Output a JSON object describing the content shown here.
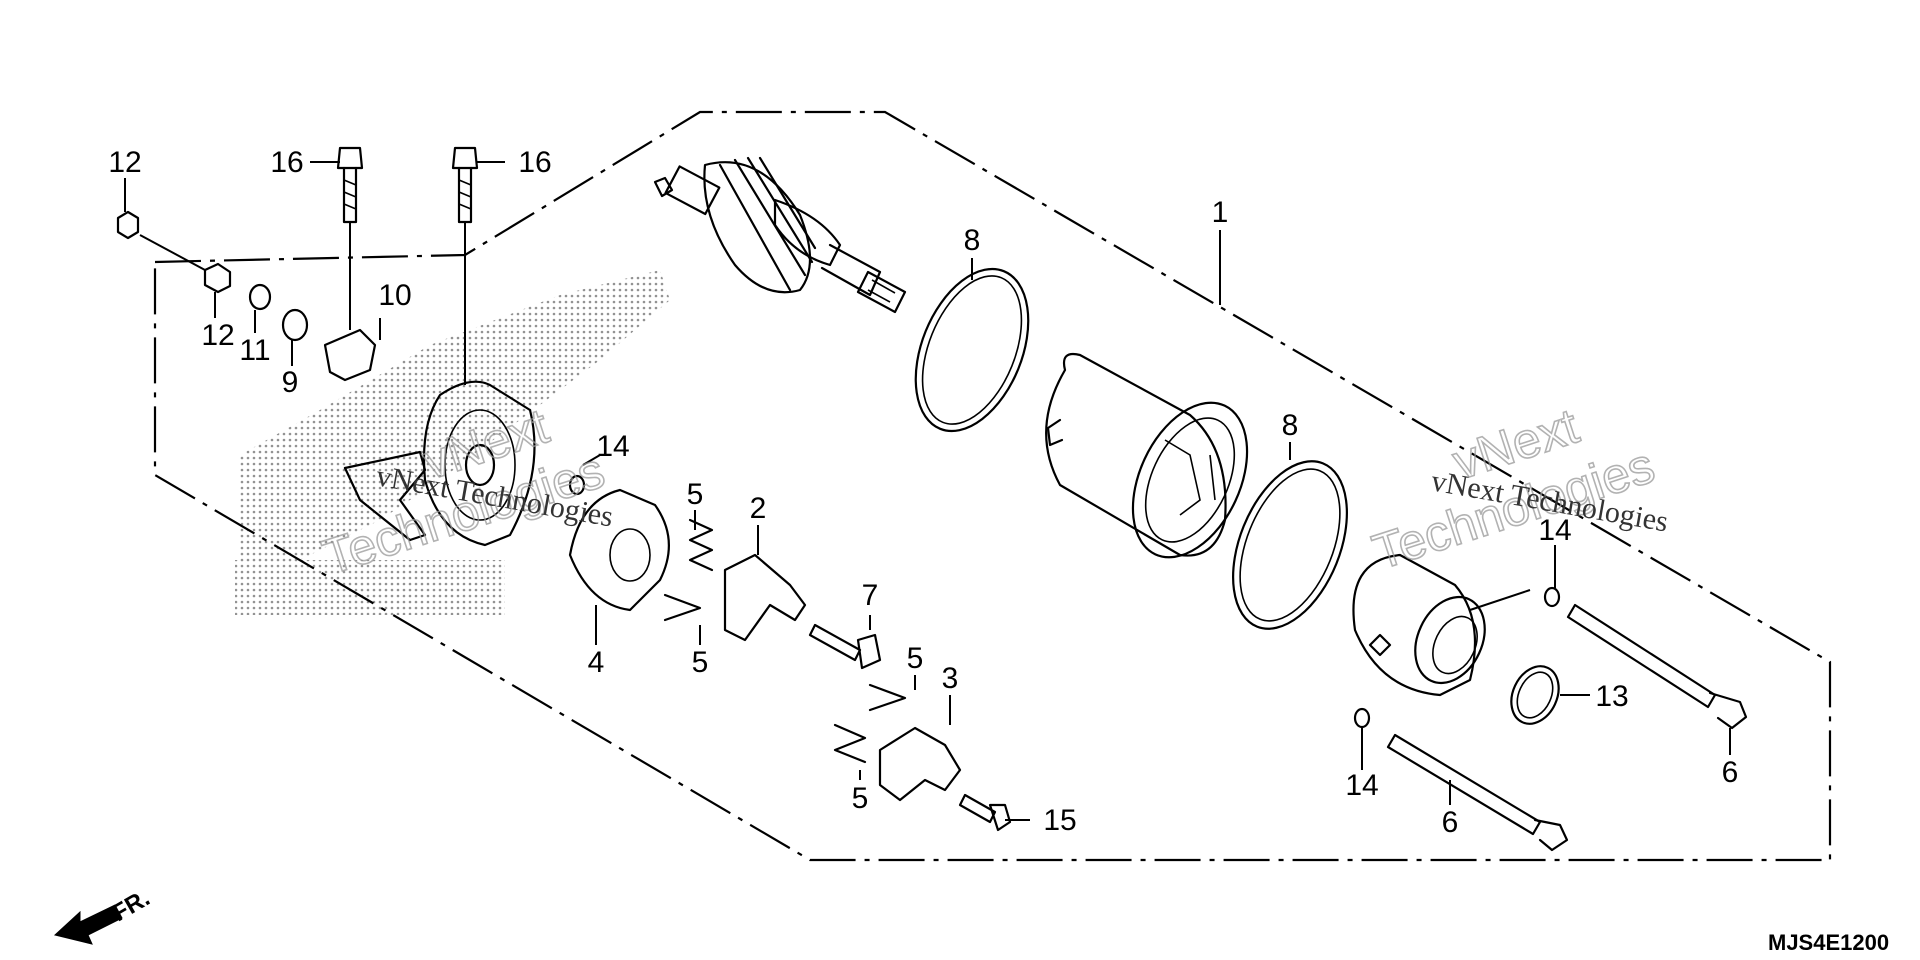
{
  "diagram": {
    "callouts": {
      "c1": "1",
      "c2": "2",
      "c3": "3",
      "c4": "4",
      "c5a": "5",
      "c5b": "5",
      "c5c": "5",
      "c5d": "5",
      "c6a": "6",
      "c6b": "6",
      "c7": "7",
      "c8a": "8",
      "c8b": "8",
      "c9": "9",
      "c10": "10",
      "c11": "11",
      "c12a": "12",
      "c12b": "12",
      "c13": "13",
      "c14a": "14",
      "c14b": "14",
      "c14c": "14",
      "c15": "15",
      "c16a": "16",
      "c16b": "16"
    },
    "watermark": {
      "brand_line1": "vNext",
      "brand_line2": "Technologies",
      "brand_full": "vNext Technologies"
    },
    "front_marker": "FR.",
    "diagram_code": "MJS4E1200"
  }
}
